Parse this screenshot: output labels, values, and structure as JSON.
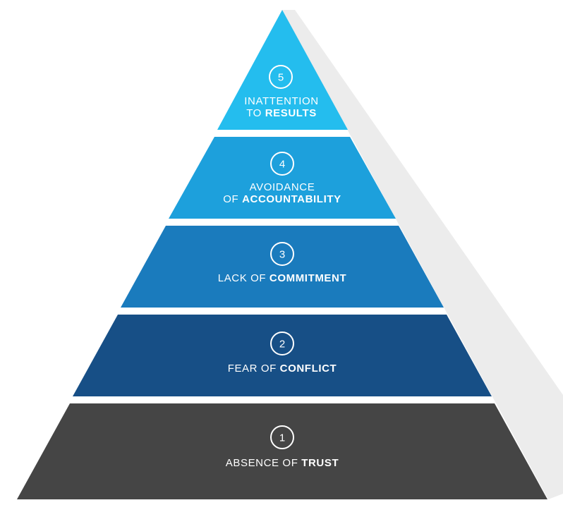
{
  "colors": {
    "shadow": "#ececec",
    "tier1": "#454545",
    "tier2": "#174f86",
    "tier3": "#1a7bbd",
    "tier4": "#1da0dc",
    "tier5": "#24bdee",
    "text": "#ffffff"
  },
  "tiers": [
    {
      "number": "5",
      "line1": "INATTENTION",
      "line2_regular": "TO ",
      "line2_bold": "RESULTS"
    },
    {
      "number": "4",
      "line1": "AVOIDANCE",
      "line2_regular": "OF ",
      "line2_bold": "ACCOUNTABILITY"
    },
    {
      "number": "3",
      "line1_regular": "LACK OF ",
      "line1_bold": "COMMITMENT"
    },
    {
      "number": "2",
      "line1_regular": "FEAR OF ",
      "line1_bold": "CONFLICT"
    },
    {
      "number": "1",
      "line1_regular": "ABSENCE OF ",
      "line1_bold": "TRUST"
    }
  ]
}
